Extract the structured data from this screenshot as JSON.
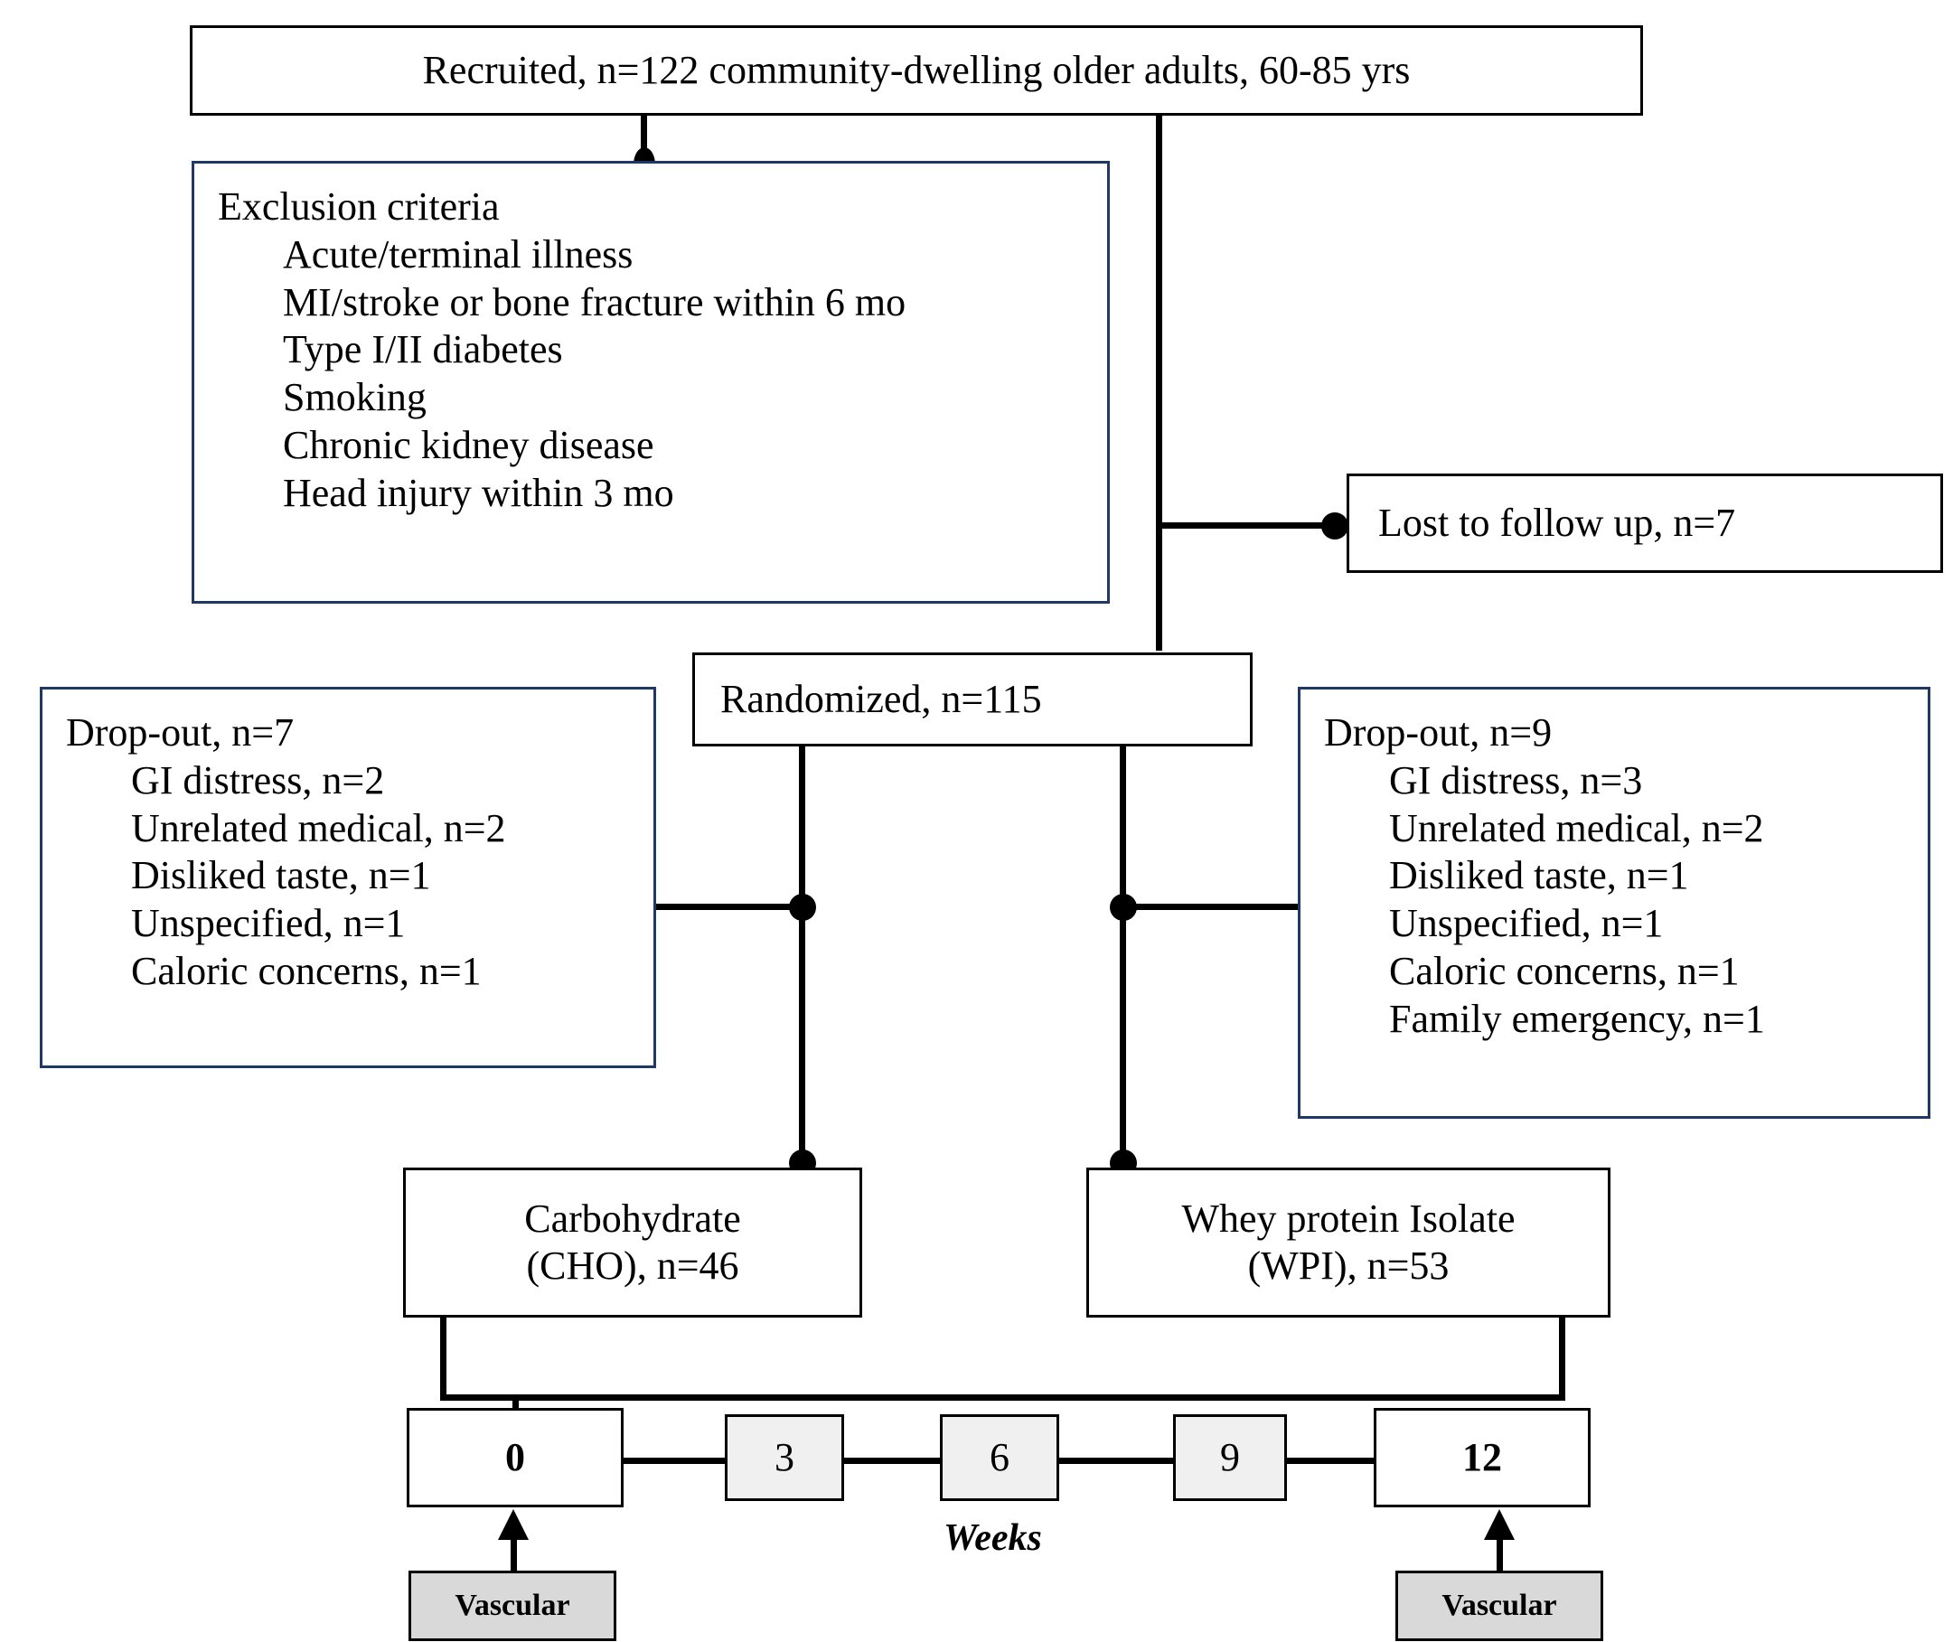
{
  "diagram": {
    "title": "CONSORT-style participant flow diagram",
    "colors": {
      "blue_border": "#1F3864",
      "black_border": "#000000",
      "grey_fill": "#d9d9d9",
      "light_grey_fill": "#f0f0f0",
      "background": "#ffffff"
    },
    "recruited_box": {
      "text": "Recruited, n=122 community-dwelling older adults, 60-85 yrs"
    },
    "exclusion_box": {
      "heading": "Exclusion criteria",
      "items": [
        "Acute/terminal illness",
        "MI/stroke or bone fracture within 6 mo",
        "Type I/II diabetes",
        "Smoking",
        "Chronic kidney disease",
        "Head injury within 3 mo"
      ]
    },
    "lost_box": {
      "text": "Lost to follow up, n=7"
    },
    "randomized_box": {
      "text": "Randomized, n=115"
    },
    "dropout_left": {
      "heading": "Drop-out, n=7",
      "items": [
        "GI distress, n=2",
        "Unrelated medical, n=2",
        "Disliked taste, n=1",
        "Unspecified, n=1",
        "Caloric concerns, n=1"
      ]
    },
    "dropout_right": {
      "heading": "Drop-out, n=9",
      "items": [
        "GI distress, n=3",
        "Unrelated medical, n=2",
        "Disliked taste, n=1",
        "Unspecified, n=1",
        "Caloric concerns, n=1",
        "Family emergency, n=1"
      ]
    },
    "arm_cho": {
      "line1": "Carbohydrate",
      "line2": "(CHO), n=46"
    },
    "arm_wpi": {
      "line1": "Whey protein Isolate",
      "line2": "(WPI), n=53"
    },
    "timeline": {
      "axis_label": "Weeks",
      "nodes": [
        {
          "label": "0",
          "emphasis": "bold",
          "style": "white"
        },
        {
          "label": "3",
          "emphasis": "normal",
          "style": "grey"
        },
        {
          "label": "6",
          "emphasis": "normal",
          "style": "grey"
        },
        {
          "label": "9",
          "emphasis": "normal",
          "style": "grey"
        },
        {
          "label": "12",
          "emphasis": "bold",
          "style": "white"
        }
      ],
      "measurements": [
        {
          "label": "Vascular",
          "at_week": "0"
        },
        {
          "label": "Vascular",
          "at_week": "12"
        }
      ]
    }
  }
}
